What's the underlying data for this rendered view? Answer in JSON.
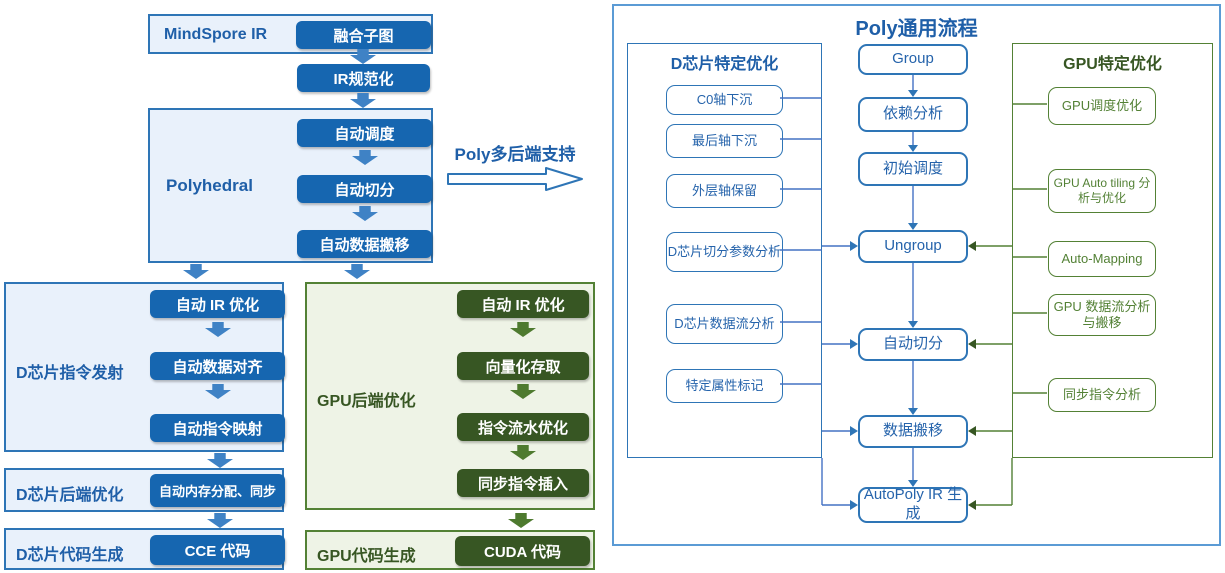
{
  "left_flow": {
    "mindspore_label": "MindSpore IR",
    "mindspore_chip": "融合子图",
    "ir_norm_chip": "IR规范化",
    "polyhedral_label": "Polyhedral",
    "poly_steps": [
      "自动调度",
      "自动切分",
      "自动数据搬移"
    ],
    "poly_backend_arrow_label": "Poly多后端支持",
    "d_emit_label": "D芯片指令发射",
    "d_emit_steps": [
      "自动 IR 优化",
      "自动数据对齐",
      "自动指令映射"
    ],
    "d_backend_label": "D芯片后端优化",
    "d_backend_chip": "自动内存分配、同步",
    "d_codegen_label": "D芯片代码生成",
    "d_codegen_chip": "CCE 代码",
    "gpu_backend_label": "GPU后端优化",
    "gpu_steps": [
      "自动 IR 优化",
      "向量化存取",
      "指令流水优化",
      "同步指令插入"
    ],
    "gpu_codegen_label": "GPU代码生成",
    "gpu_codegen_chip": "CUDA 代码"
  },
  "right_panel": {
    "title": "Poly通用流程",
    "d_col_header": "D芯片特定优化",
    "d_col_items": [
      "C0轴下沉",
      "最后轴下沉",
      "外层轴保留",
      "D芯片切分参数分析",
      "D芯片数据流分析",
      "特定属性标记"
    ],
    "mid_items": [
      "Group",
      "依赖分析",
      "初始调度",
      "Ungroup",
      "自动切分",
      "数据搬移",
      "AutoPoly IR 生成"
    ],
    "gpu_col_header": "GPU特定优化",
    "gpu_col_items": [
      "GPU调度优化",
      "GPU Auto tiling 分析与优化",
      "Auto-Mapping",
      "GPU 数据流分析与搬移",
      "同步指令分析"
    ]
  },
  "colors": {
    "dark_blue": "#1666b0",
    "mid_blue": "#2e75b6",
    "light_blue_bg": "#e9f1fb",
    "blue_text": "#1f5fa8",
    "dark_green": "#375623",
    "mid_green": "#538135",
    "light_green_bg": "#eef3e6",
    "panel_border": "#5b9bd5"
  }
}
